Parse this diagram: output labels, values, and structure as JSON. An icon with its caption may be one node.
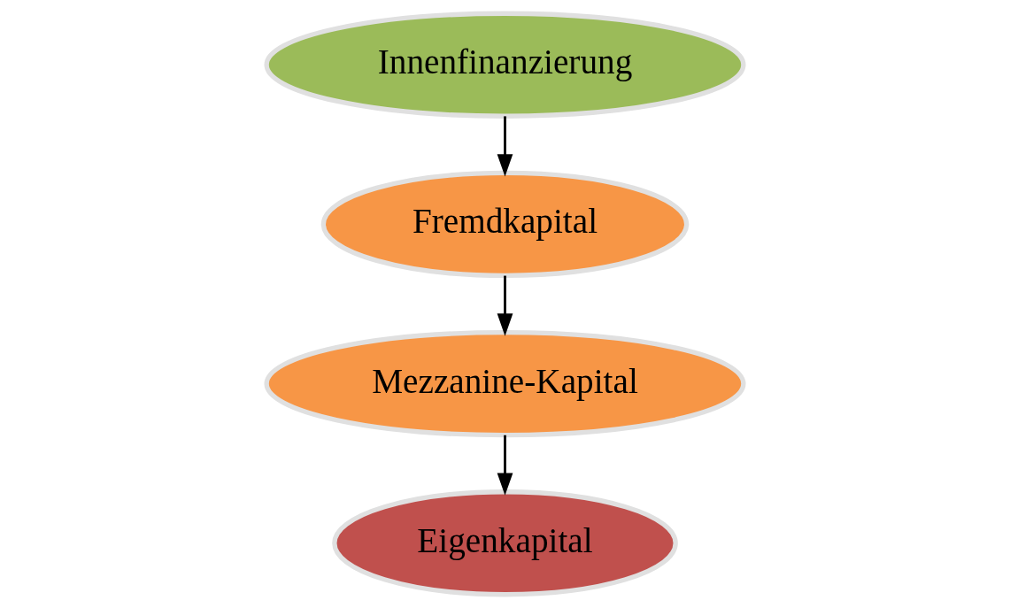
{
  "diagram": {
    "nodes": [
      {
        "text": [
          "Innenfinanzierung"
        ]
      },
      {
        "text": [
          "Fremdkapital"
        ]
      },
      {
        "text": [
          "Mezzanine-Kapital"
        ]
      },
      {
        "text": [
          "Eigenkapital"
        ]
      }
    ],
    "edges": [
      {
        "from": 0,
        "to": 1,
        "arrow": "to"
      },
      {
        "from": 1,
        "to": 2,
        "arrow": "to"
      },
      {
        "from": 2,
        "to": 3,
        "arrow": "to"
      }
    ]
  }
}
